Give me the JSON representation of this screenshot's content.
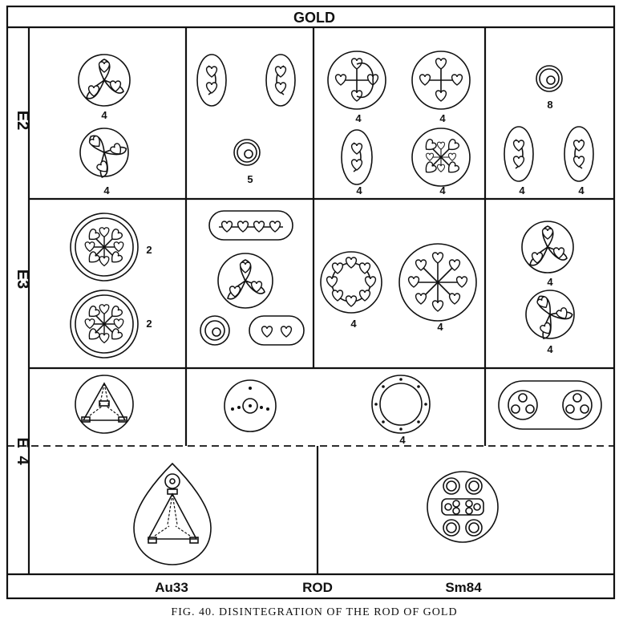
{
  "title": "GOLD",
  "row_labels": {
    "e2": "E2",
    "e3": "E3",
    "e4_top": "E",
    "e4_bottom": "4"
  },
  "footer": {
    "left": "Au33",
    "center": "ROD",
    "right": "Sm84"
  },
  "caption": "FIG. 40. DISINTEGRATION OF THE ROD OF GOLD",
  "counts": {
    "r1c1_a": "4",
    "r1c1_b": "4",
    "r1c2": "5",
    "r1c3_a": "4",
    "r1c3_b": "4",
    "r1c3_c": "4",
    "r1c3_d": "4",
    "r1c4_a": "8",
    "r1c4_b": "4",
    "r1c4_c": "4",
    "r2c1_a": "2",
    "r2c1_b": "2",
    "r2c3_a": "4",
    "r2c3_b": "4",
    "r2c4_a": "4",
    "r2c4_b": "4",
    "r3c3": "4"
  }
}
